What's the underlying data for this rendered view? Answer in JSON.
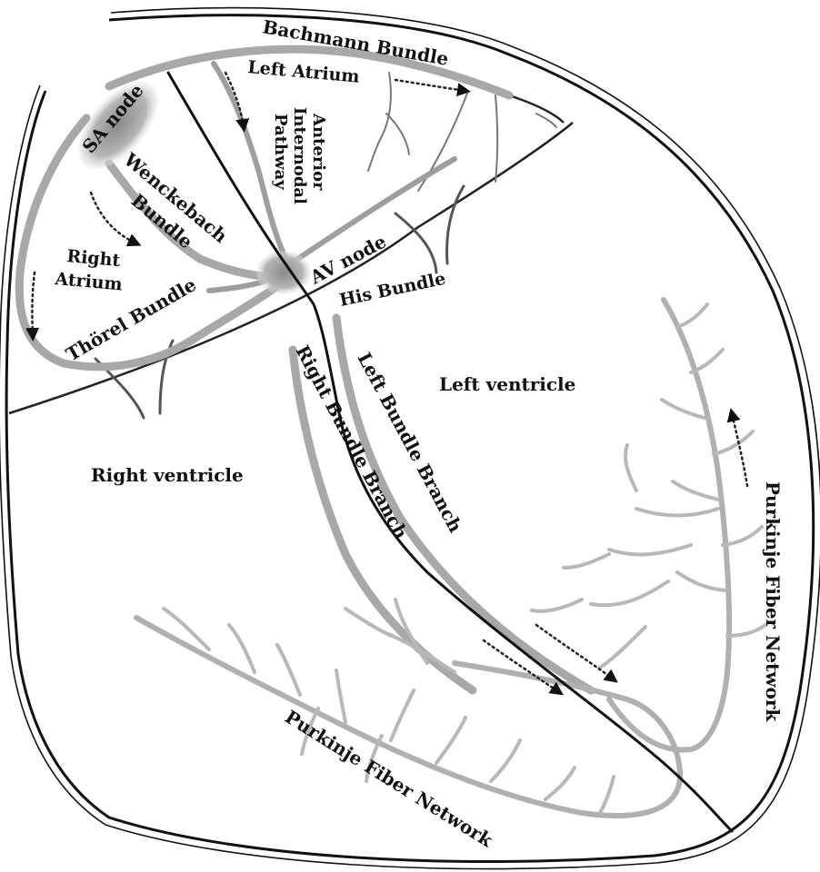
{
  "labels": {
    "bachmann": "Bachmann Bundle",
    "left_atrium": "Left Atrium",
    "sa_node": "SA node",
    "anterior_1": "Anterior",
    "anterior_2": "Internodal",
    "anterior_3": "Pathway",
    "wenckebach_1": "Wenckebach",
    "wenckebach_2": "Bundle",
    "right_atrium_1": "Right",
    "right_atrium_2": "Atrium",
    "av_node": "AV node",
    "his_bundle": "His Bundle",
    "thorel": "Thörel Bundle",
    "left_ventricle": "Left ventricle",
    "right_ventricle": "Right ventricle",
    "right_bundle_branch": "Right Bundle Branch",
    "left_bundle_branch": "Left Bundle Branch",
    "purkinje_right": "Purkinje Fiber Network",
    "purkinje_bottom": "Purkinje Fiber Network"
  }
}
